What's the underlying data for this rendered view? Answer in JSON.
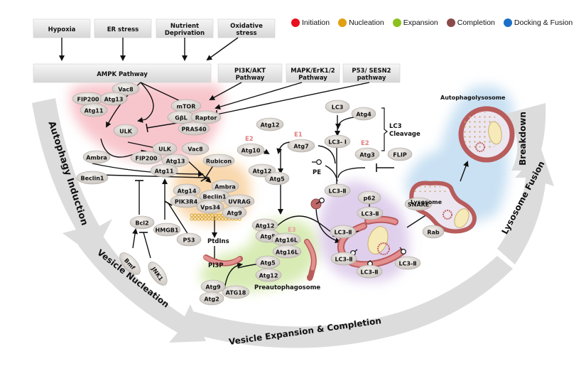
{
  "legend": [
    {
      "label": "Initiation",
      "color": "#e8101e"
    },
    {
      "label": "Nucleation",
      "color": "#e0a010"
    },
    {
      "label": "Expansion",
      "color": "#8cc020"
    },
    {
      "label": "Completion",
      "color": "#8b4a4a"
    },
    {
      "label": "Docking & Fusion",
      "color": "#1a70c8"
    }
  ],
  "stimuli": [
    {
      "id": "hypoxia",
      "lines": [
        "Hypoxia"
      ]
    },
    {
      "id": "er-stress",
      "lines": [
        "ER stress"
      ]
    },
    {
      "id": "nutrient-deprivation",
      "lines": [
        "Nutrient",
        "Deprivation"
      ]
    },
    {
      "id": "oxidative-stress",
      "lines": [
        "Oxidative",
        "stress"
      ]
    }
  ],
  "pathways": [
    {
      "id": "ampk",
      "lines": [
        "AMPK Pathway"
      ]
    },
    {
      "id": "pi3k-akt",
      "lines": [
        "PI3K/AKT",
        "Pathway"
      ]
    },
    {
      "id": "mapk-erk",
      "lines": [
        "MAPK/ErK1/2",
        "Pathway"
      ]
    },
    {
      "id": "p53-sesn2",
      "lines": [
        "P53/ SESN2",
        "pathway"
      ]
    }
  ],
  "stages": [
    {
      "id": "autophagy-induction",
      "label": "Autophagy Induction"
    },
    {
      "id": "vesicle-nucleation",
      "label": "Vesicle Nucleation"
    },
    {
      "id": "vesicle-expansion",
      "label": "Vesicle Expansion & Completion"
    },
    {
      "id": "lysosome-fusion",
      "label": "Lysosome Fusion"
    },
    {
      "id": "breakdown",
      "label": "Breakdown"
    }
  ],
  "proteins": {
    "vac8_a": "Vac8",
    "fip200_a": "FIP200",
    "atg13_a": "Atg13",
    "atg11_a": "Atg11",
    "mtor": "mTOR",
    "gbl": "GβL",
    "raptor": "Raptor",
    "pras40": "PRAS40",
    "ulk_a": "ULK",
    "ulk_b": "ULK",
    "vac8_b": "Vac8",
    "fip200_b": "FIP200",
    "atg13_b": "Atg13",
    "atg11_b": "Atg11",
    "ambra_a": "Ambra",
    "beclin1_a": "Beclin1",
    "rubicon": "Rubicon",
    "ambra_b": "Ambra",
    "atg14": "Atg14",
    "beclin1_b": "Beclin1",
    "pik3r4": "PIK3R4",
    "uvrag": "UVRAG",
    "vps34": "Vps34",
    "atg9_a": "Atg9",
    "bcl2": "Bcl2",
    "bmf": "Bmf",
    "jnk1": "JNK1",
    "hmgb1": "HMGB1",
    "p53": "P53",
    "atg12_a": "Atg12",
    "atg10": "Atg10",
    "atg7": "Atg7",
    "atg12_b": "Atg12",
    "atg5_a": "Atg5",
    "lc3": "LC3",
    "atg4": "Atg4",
    "lc3_i": "LC3- Ⅰ",
    "atg3": "Atg3",
    "flip": "FLIP",
    "lc3_ii_a": "LC3-Ⅱ",
    "atg12_c": "Atg12",
    "atg5_b": "Atg5",
    "atg16l_a": "Atg16L",
    "atg16l_b": "Atg16L",
    "atg5_c": "Atg5",
    "atg12_d": "Atg12",
    "atg9_b": "Atg9",
    "atg2": "Atg2",
    "atg18": "ATG18",
    "p62": "p62",
    "lc3_ii_b": "LC3-Ⅱ",
    "lc3_ii_c": "LC3-Ⅱ",
    "lc3_ii_d": "LC3-Ⅱ",
    "lc3_ii_e": "LC3-Ⅱ",
    "lc3_ii_f": "LC3-Ⅱ",
    "snare": "SNARE",
    "rab": "Rab"
  },
  "labels": {
    "e2_a": "E2",
    "e1": "E1",
    "e2_b": "E2",
    "e3": "E3",
    "pe": "PE",
    "ptdins": "PtdIns",
    "pi3p": "PI3P",
    "lc3_cleavage": [
      "LC3",
      "Cleavage"
    ],
    "preautophagosome": "Preautophagosome",
    "lysosome": "Lysosome",
    "autophagolysosome": "Autophagolysosome"
  }
}
